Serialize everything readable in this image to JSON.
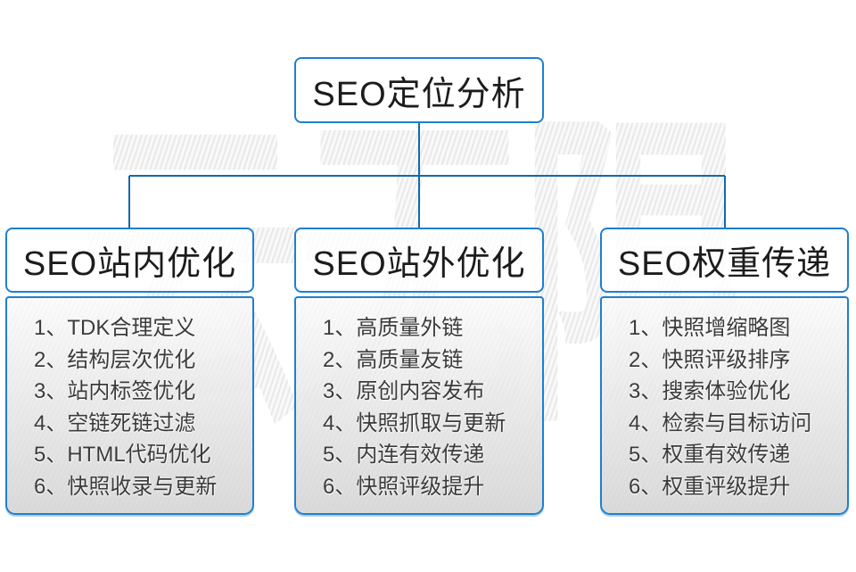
{
  "root": {
    "title": "SEO定位分析"
  },
  "columns": [
    {
      "title": "SEO站内优化",
      "items": [
        "1、TDK合理定义",
        "2、结构层次优化",
        "3、站内标签优化",
        "4、空链死链过滤",
        "5、HTML代码优化",
        "6、快照收录与更新"
      ]
    },
    {
      "title": "SEO站外优化",
      "items": [
        "1、高质量外链",
        "2、高质量友链",
        "3、原创内容发布",
        "4、快照抓取与更新",
        "5、内连有效传递",
        "6、快照评级提升"
      ]
    },
    {
      "title": "SEO权重传递",
      "items": [
        "1、快照增缩略图",
        "2、快照评级排序",
        "3、搜索体验优化",
        "4、检索与目标访问",
        "5、权重有效传递",
        "6、权重评级提升"
      ]
    }
  ],
  "watermark": {
    "text": "云无限"
  },
  "colors": {
    "box_border": "#1e7fd0",
    "connector": "#1268ae"
  }
}
